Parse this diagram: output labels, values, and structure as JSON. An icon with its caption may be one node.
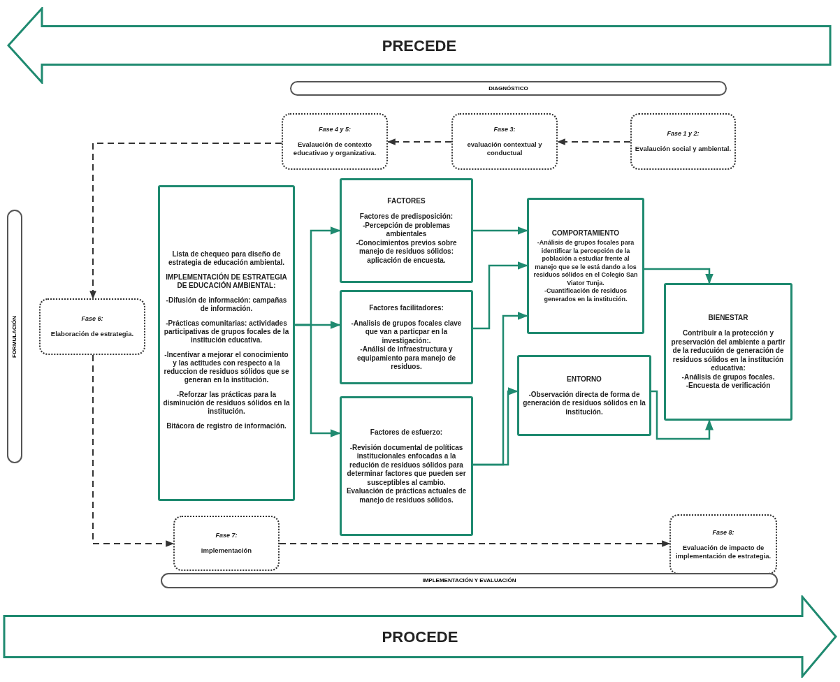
{
  "diagram": {
    "nodes": [
      {
        "text": [
          "PRECEDE"
        ]
      },
      {
        "text": [
          "DIAGNÓSTICO"
        ]
      },
      {
        "text": [
          "Fase 4 y 5:",
          "Evalaución de contexto educativao y organizativa."
        ]
      },
      {
        "text": [
          "Fase 3:",
          "evaluación contextual y conductual"
        ]
      },
      {
        "text": [
          "Fase 1 y 2:",
          "Evalaución social y ambiental."
        ]
      },
      {
        "text": [
          "FORMULACIÓN"
        ]
      },
      {
        "text": [
          "Fase 6:",
          "Elaboración de estrategia."
        ]
      },
      {
        "text": [
          "Lista de chequeo para diseño de estrategia de educación ambiental.",
          "IMPLEMENTACIÓN DE ESTRATEGIA DE EDUCACIÓN AMBIENTAL:",
          "-Difusión de información: campañas de información.",
          "-Prácticas comunitarias: actividades participativas de grupos focales de la institución educativa.",
          "-Incentivar a mejorar el conocimiento y las actitudes con respecto a la reduccion de residuos sólidos que se generan en la institución.",
          "-Reforzar las prácticas para la disminución de residuos sólidos en la institución.",
          "Bitácora de registro de información."
        ]
      },
      {
        "text": [
          "FACTORES",
          "Factores de predisposición:",
          "-Percepción de problemas ambientales",
          "-Conocimientos previos sobre manejo de residuos sólidos: aplicación de encuesta."
        ]
      },
      {
        "text": [
          "Factores facilitadores:",
          "-Analisis de grupos focales clave que van a particpar en la investigación:.",
          "-Análisi de infraestructura y equipamiento para manejo de residuos."
        ]
      },
      {
        "text": [
          "Factores de esfuerzo:",
          "-Revisión documental de políticas institucionales enfocadas a la redución de residuos sólidos para determinar factores que pueden ser susceptibles al cambio.",
          "Evaluación de prácticas actuales de manejo de residuos sólidos."
        ]
      },
      {
        "text": [
          "COMPORTAMIENTO",
          "-Análisis de grupos focales para identificar la percepción de la población a estudiar frente al manejo que se le está dando a los residuos sólidos en el Colegio San Viator Tunja.",
          "-Cuantificación de residuos generados en la institución."
        ]
      },
      {
        "text": [
          "ENTORNO",
          "-Observación directa de forma de generación de residuos sólidos en la institución."
        ]
      },
      {
        "text": [
          "BIENESTAR",
          "Contribuir a la protección y preservación del ambiente a partir de la reducuión de generación de residuos sólidos en la institución educativa:",
          "-Análisis de grupos focales.",
          "-Encuesta de verificación"
        ]
      },
      {
        "text": [
          "Fase 7:",
          "Implementación"
        ]
      },
      {
        "text": [
          "Fase 8:",
          "Evaluación de impacto de implementación de estrategia."
        ]
      },
      {
        "text": [
          "IMPLEMENTACIÓN Y EVALUACIÓN"
        ]
      },
      {
        "text": [
          "PROCEDE"
        ]
      }
    ],
    "edges": [
      {
        "from": 4,
        "to": 3,
        "arrow": "to",
        "style": "dashed",
        "color": "#333333"
      },
      {
        "from": 3,
        "to": 2,
        "arrow": "to",
        "style": "dashed",
        "color": "#333333"
      },
      {
        "from": 2,
        "to": 6,
        "arrow": "to",
        "style": "dashed",
        "color": "#333333"
      },
      {
        "from": 6,
        "to": 14,
        "arrow": "to",
        "style": "dashed",
        "color": "#333333"
      },
      {
        "from": 14,
        "to": 15,
        "arrow": "to",
        "style": "dashed",
        "color": "#333333"
      },
      {
        "from": 7,
        "to": 8,
        "arrow": "to"
      },
      {
        "from": 7,
        "to": 9,
        "arrow": "to"
      },
      {
        "from": 7,
        "to": 10,
        "arrow": "to"
      },
      {
        "from": 8,
        "to": 11,
        "arrow": "to"
      },
      {
        "from": 9,
        "to": 11,
        "arrow": "to"
      },
      {
        "from": 10,
        "to": 11,
        "arrow": "to"
      },
      {
        "from": 10,
        "to": 12,
        "arrow": "to"
      },
      {
        "from": 11,
        "to": 13,
        "arrow": "to"
      },
      {
        "from": 12,
        "to": 13,
        "arrow": "to"
      }
    ]
  }
}
